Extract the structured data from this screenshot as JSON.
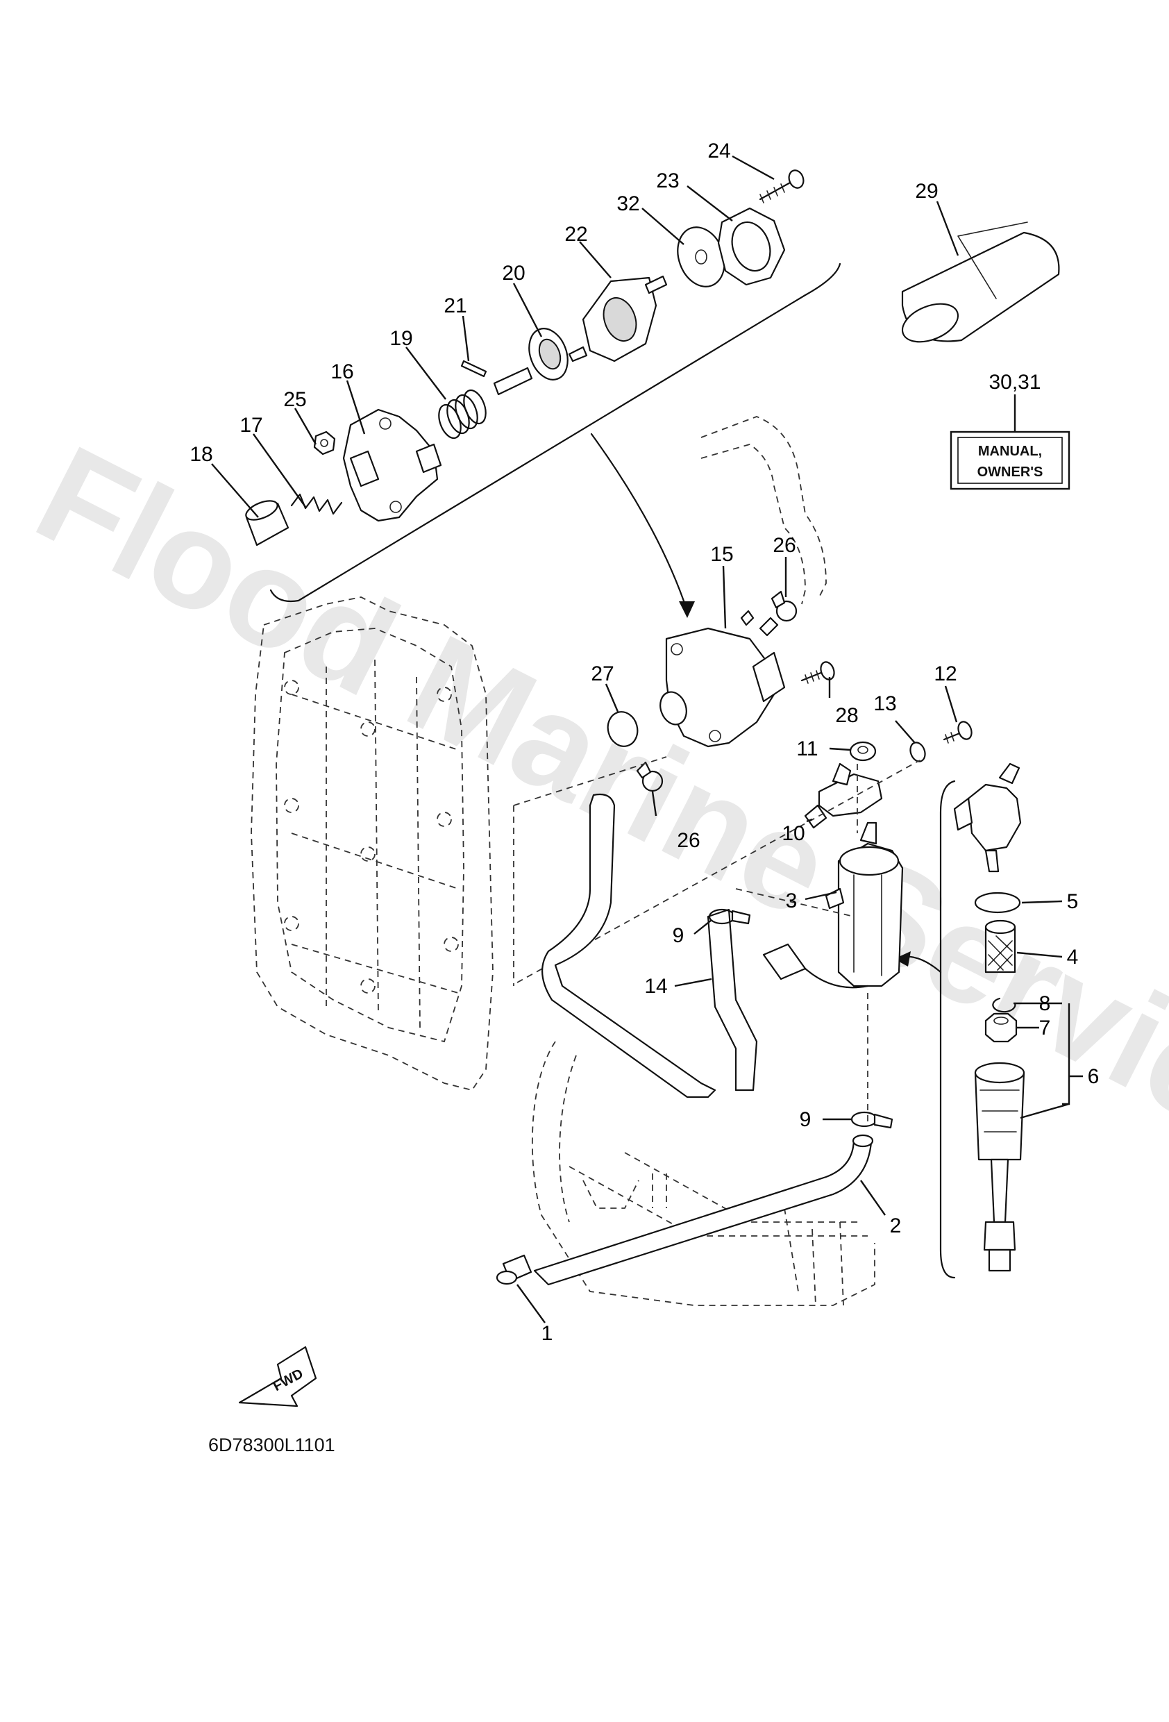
{
  "diagram": {
    "watermark": "Flood Marine Services",
    "drawing_code": "6D78300L1101",
    "fwd_label": "FWD",
    "manual_box": {
      "line1": "MANUAL,",
      "line2": "OWNER'S"
    },
    "callouts": [
      {
        "id": "c1",
        "text": "1"
      },
      {
        "id": "c2",
        "text": "2"
      },
      {
        "id": "c3",
        "text": "3"
      },
      {
        "id": "c4",
        "text": "4"
      },
      {
        "id": "c5",
        "text": "5"
      },
      {
        "id": "c6",
        "text": "6"
      },
      {
        "id": "c7",
        "text": "7"
      },
      {
        "id": "c8",
        "text": "8"
      },
      {
        "id": "c9a",
        "text": "9"
      },
      {
        "id": "c9b",
        "text": "9"
      },
      {
        "id": "c10",
        "text": "10"
      },
      {
        "id": "c11",
        "text": "11"
      },
      {
        "id": "c12",
        "text": "12"
      },
      {
        "id": "c13",
        "text": "13"
      },
      {
        "id": "c14",
        "text": "14"
      },
      {
        "id": "c15",
        "text": "15"
      },
      {
        "id": "c16",
        "text": "16"
      },
      {
        "id": "c17",
        "text": "17"
      },
      {
        "id": "c18",
        "text": "18"
      },
      {
        "id": "c19",
        "text": "19"
      },
      {
        "id": "c20",
        "text": "20"
      },
      {
        "id": "c21",
        "text": "21"
      },
      {
        "id": "c22",
        "text": "22"
      },
      {
        "id": "c23",
        "text": "23"
      },
      {
        "id": "c24",
        "text": "24"
      },
      {
        "id": "c25",
        "text": "25"
      },
      {
        "id": "c26a",
        "text": "26"
      },
      {
        "id": "c26b",
        "text": "26"
      },
      {
        "id": "c27",
        "text": "27"
      },
      {
        "id": "c28",
        "text": "28"
      },
      {
        "id": "c29",
        "text": "29"
      },
      {
        "id": "c3031",
        "text": "30,31"
      },
      {
        "id": "c32",
        "text": "32"
      }
    ]
  }
}
